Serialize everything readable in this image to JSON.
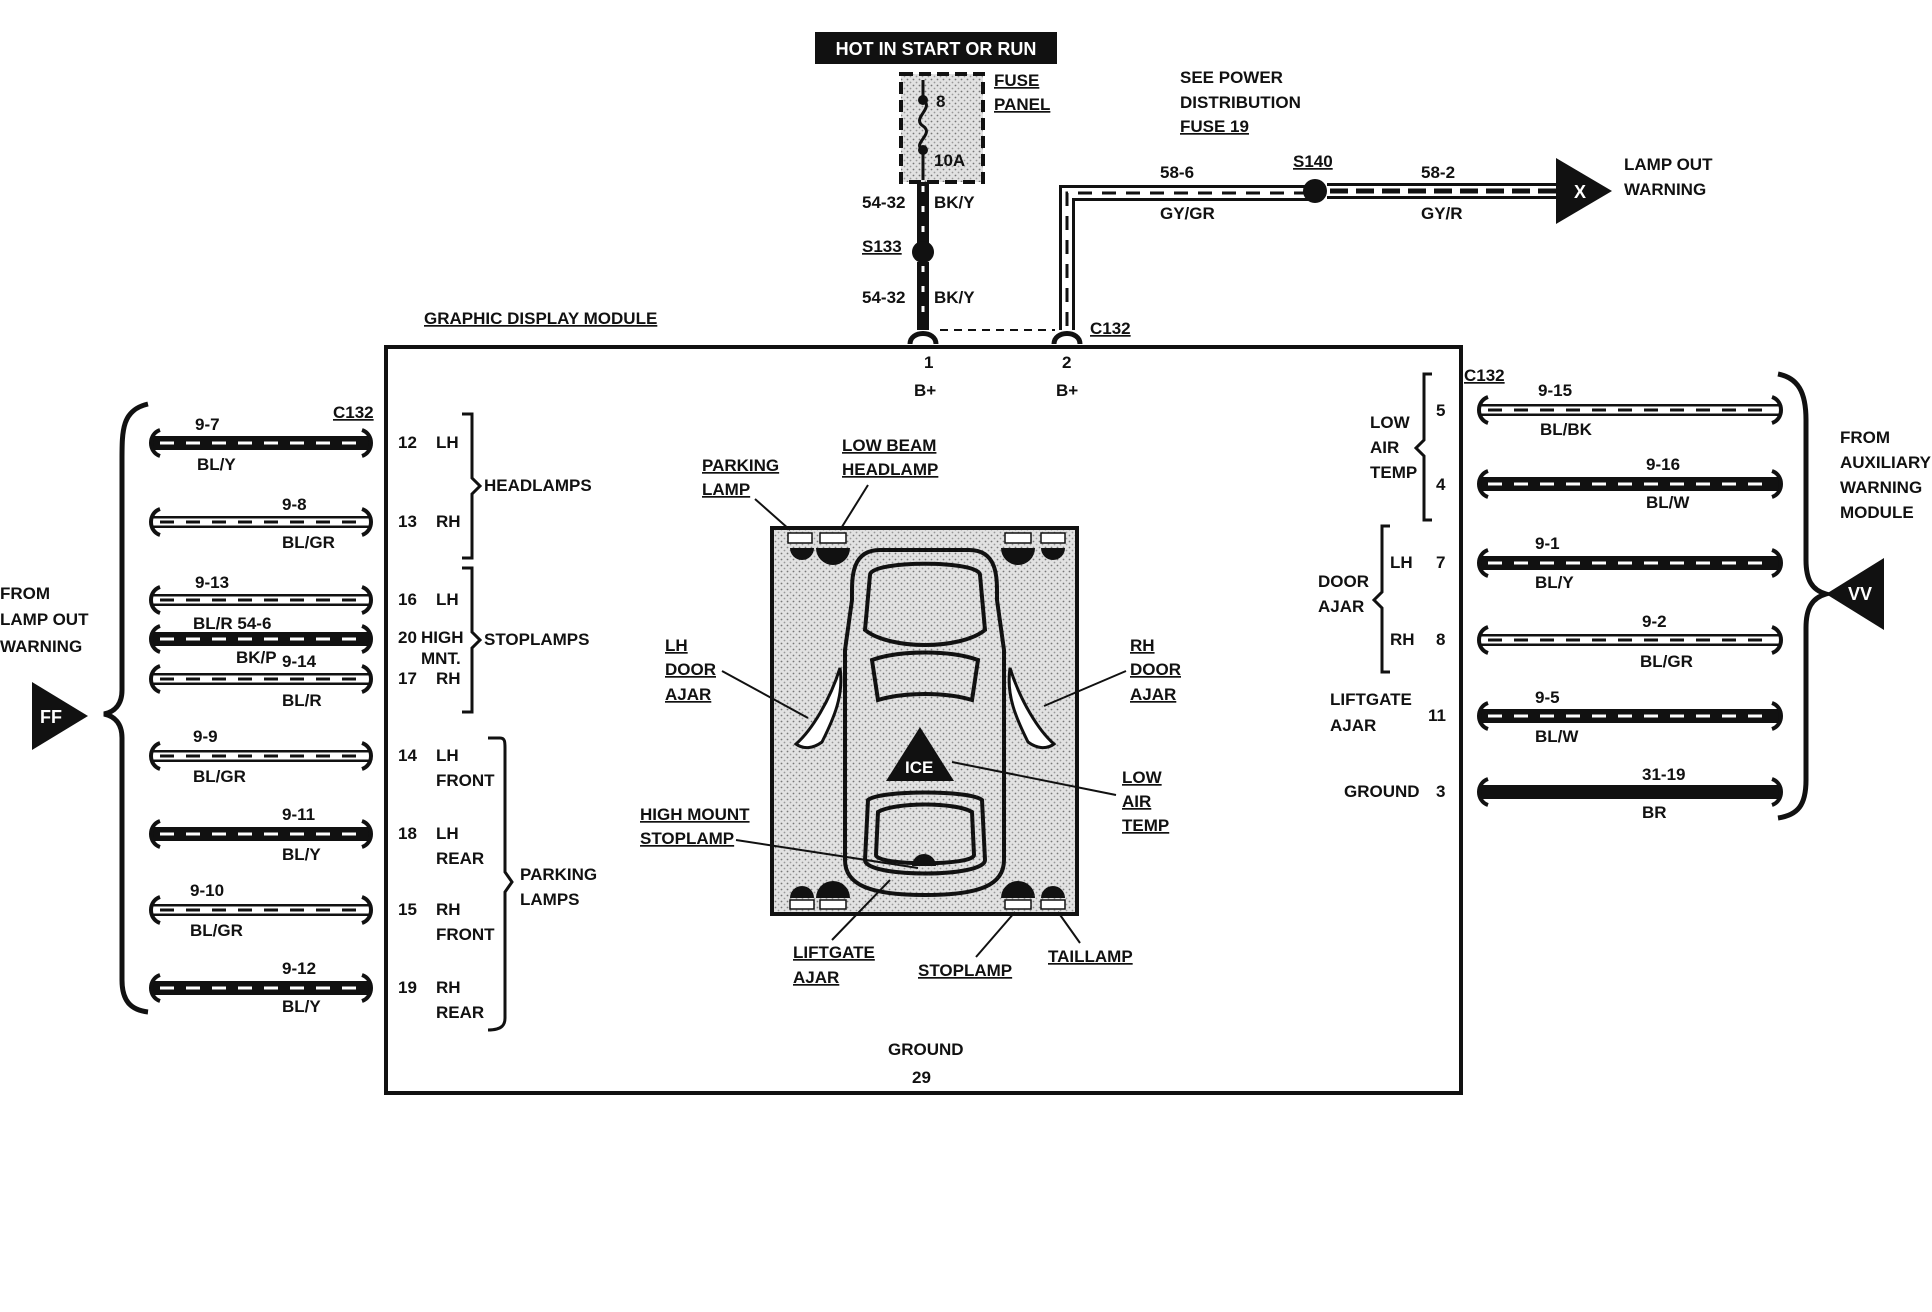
{
  "power": {
    "hot_label": "HOT IN START OR RUN",
    "fuse_number": "8",
    "fuse_rating": "10A",
    "fuse_panel_line1": "FUSE",
    "fuse_panel_line2": "PANEL",
    "wire_upper_circuit": "54-32",
    "wire_upper_color": "BK/Y",
    "splice_s133": "S133",
    "wire_lower_circuit": "54-32",
    "wire_lower_color": "BK/Y",
    "see_line1": "SEE POWER",
    "see_line2": "DISTRIBUTION",
    "see_line3": "FUSE 19",
    "wire_58_6": "58-6",
    "wire_58_6_color": "GY/GR",
    "splice_s140": "S140",
    "wire_58_2": "58-2",
    "wire_58_2_color": "GY/R",
    "connector_x": "X",
    "lamp_out_line1": "LAMP OUT",
    "lamp_out_line2": "WARNING"
  },
  "module": {
    "title": "GRAPHIC DISPLAY MODULE",
    "top_connector": "C132",
    "pin1": "1",
    "pin1_label": "B+",
    "pin2": "2",
    "pin2_label": "B+",
    "ground_label": "GROUND",
    "ground_pin": "29"
  },
  "left": {
    "connector": "C132",
    "from_line1": "FROM",
    "from_line2": "LAMP OUT",
    "from_line3": "WARNING",
    "connector_ff": "FF",
    "wires": [
      {
        "circuit": "9-7",
        "color": "BL/Y",
        "pin": "12",
        "side": "LH",
        "style": "dark"
      },
      {
        "circuit": "9-8",
        "color": "BL/GR",
        "pin": "13",
        "side": "RH",
        "style": "light"
      },
      {
        "circuit": "9-13",
        "color": "",
        "pin": "16",
        "side": "LH",
        "style": "light"
      },
      {
        "circuit": "BL/R 54-6",
        "color": "BK/P",
        "pin": "20",
        "side": "HIGH",
        "side2": "MNT.",
        "style": "dark"
      },
      {
        "circuit": "9-14",
        "color": "BL/R",
        "pin": "17",
        "side": "RH",
        "style": "light"
      },
      {
        "circuit": "9-9",
        "color": "BL/GR",
        "pin": "14",
        "side": "LH",
        "side2": "FRONT",
        "style": "light"
      },
      {
        "circuit": "9-11",
        "color": "BL/Y",
        "pin": "18",
        "side": "LH",
        "side2": "REAR",
        "style": "dark"
      },
      {
        "circuit": "9-10",
        "color": "BL/GR",
        "pin": "15",
        "side": "RH",
        "side2": "FRONT",
        "style": "light"
      },
      {
        "circuit": "9-12",
        "color": "BL/Y",
        "pin": "19",
        "side": "RH",
        "side2": "REAR",
        "style": "dark"
      }
    ],
    "group_headlamps": "HEADLAMPS",
    "group_stoplamps": "STOPLAMPS",
    "group_parking1": "PARKING",
    "group_parking2": "LAMPS"
  },
  "right": {
    "connector": "C132",
    "from_line1": "FROM",
    "from_line2": "AUXILIARY",
    "from_line3": "WARNING",
    "from_line4": "MODULE",
    "connector_vv": "VV",
    "low_air_1": "LOW",
    "low_air_2": "AIR",
    "low_air_3": "TEMP",
    "door_ajar_1": "DOOR",
    "door_ajar_2": "AJAR",
    "liftgate_1": "LIFTGATE",
    "liftgate_2": "AJAR",
    "ground": "GROUND",
    "wires": [
      {
        "pin": "5",
        "circuit": "9-15",
        "color": "BL/BK",
        "side": "",
        "style": "light"
      },
      {
        "pin": "4",
        "circuit": "9-16",
        "color": "BL/W",
        "side": "",
        "style": "dark"
      },
      {
        "pin": "7",
        "circuit": "9-1",
        "color": "BL/Y",
        "side": "LH",
        "style": "dark"
      },
      {
        "pin": "8",
        "circuit": "9-2",
        "color": "BL/GR",
        "side": "RH",
        "style": "light"
      },
      {
        "pin": "11",
        "circuit": "9-5",
        "color": "BL/W",
        "side": "",
        "style": "dark"
      },
      {
        "pin": "3",
        "circuit": "31-19",
        "color": "BR",
        "side": "",
        "style": "solid"
      }
    ]
  },
  "display": {
    "parking_lamp_1": "PARKING",
    "parking_lamp_2": "LAMP",
    "low_beam_1": "LOW BEAM",
    "low_beam_2": "HEADLAMP",
    "lh_door_1": "LH",
    "lh_door_2": "DOOR",
    "lh_door_3": "AJAR",
    "rh_door_1": "RH",
    "rh_door_2": "DOOR",
    "rh_door_3": "AJAR",
    "ice": "ICE",
    "low_air_1": "LOW",
    "low_air_2": "AIR",
    "low_air_3": "TEMP",
    "high_mount_1": "HIGH MOUNT",
    "high_mount_2": "STOPLAMP",
    "liftgate_1": "LIFTGATE",
    "liftgate_2": "AJAR",
    "stoplamp": "STOPLAMP",
    "taillamp": "TAILLAMP"
  }
}
